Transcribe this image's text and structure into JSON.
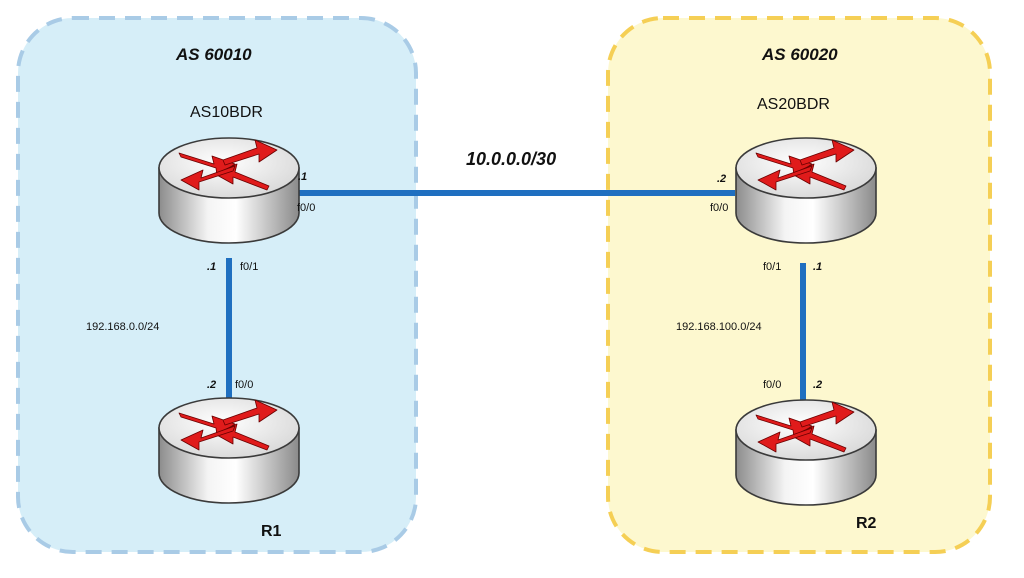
{
  "zones": {
    "left": {
      "label": "AS 60010",
      "fill": "#d6eef8",
      "border": "#a9cbe6"
    },
    "right": {
      "label": "AS 60020",
      "fill": "#fdf8cf",
      "border": "#f5cf55"
    }
  },
  "routers": {
    "as10bdr": {
      "name": "AS10BDR"
    },
    "as20bdr": {
      "name": "AS20BDR"
    },
    "r1": {
      "name": "R1"
    },
    "r2": {
      "name": "R2"
    }
  },
  "links": {
    "core": {
      "subnet": "10.0.0.0/30",
      "a": {
        "ip": ".1",
        "iface": "f0/0"
      },
      "b": {
        "ip": ".2",
        "iface": "f0/0"
      }
    },
    "left_lan": {
      "subnet": "192.168.0.0/24",
      "top": {
        "ip": ".1",
        "iface": "f0/1"
      },
      "bottom": {
        "ip": ".2",
        "iface": "f0/0"
      }
    },
    "right_lan": {
      "subnet": "192.168.100.0/24",
      "top": {
        "ip": ".1",
        "iface": "f0/1"
      },
      "bottom": {
        "ip": ".2",
        "iface": "f0/0"
      }
    }
  },
  "colors": {
    "link": "#1f6fc0",
    "arrow": "#e01b1b"
  },
  "icons": {
    "router": "router-icon"
  }
}
